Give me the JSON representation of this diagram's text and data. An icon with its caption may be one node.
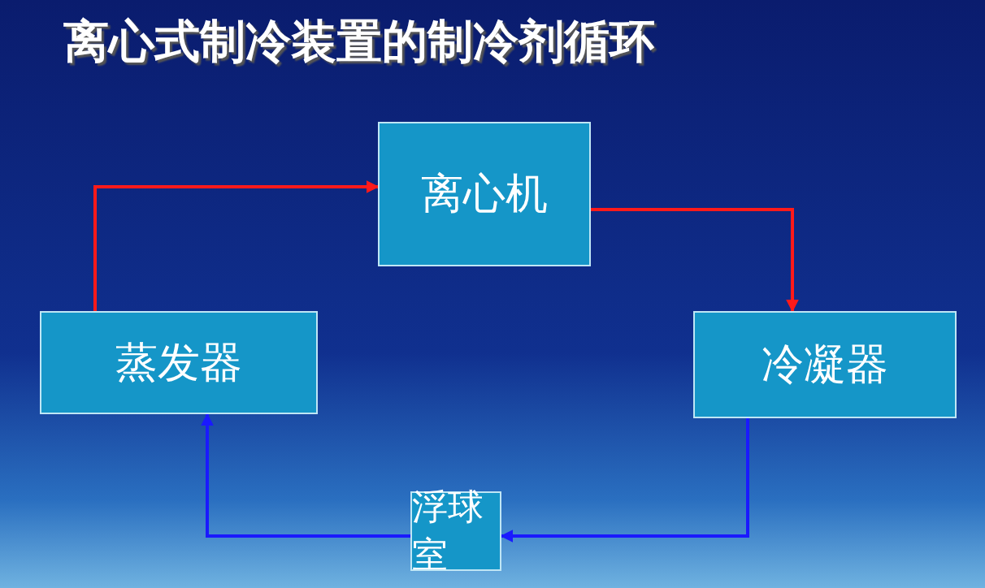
{
  "diagram": {
    "title": "离心式制冷装置的制冷剂循环",
    "nodes": [
      {
        "text": [
          "离心机"
        ]
      },
      {
        "text": [
          "冷凝器"
        ]
      },
      {
        "text": [
          "浮球室"
        ]
      },
      {
        "text": [
          "蒸发器"
        ]
      }
    ],
    "edges": [
      {
        "from": 3,
        "to": 0,
        "arrow": "to",
        "color": "#ff1a1a"
      },
      {
        "from": 0,
        "to": 1,
        "arrow": "to",
        "color": "#ff1a1a"
      },
      {
        "from": 1,
        "to": 2,
        "arrow": "to",
        "color": "#1a1aff"
      },
      {
        "from": 2,
        "to": 3,
        "arrow": "to",
        "color": "#1a1aff"
      }
    ]
  }
}
